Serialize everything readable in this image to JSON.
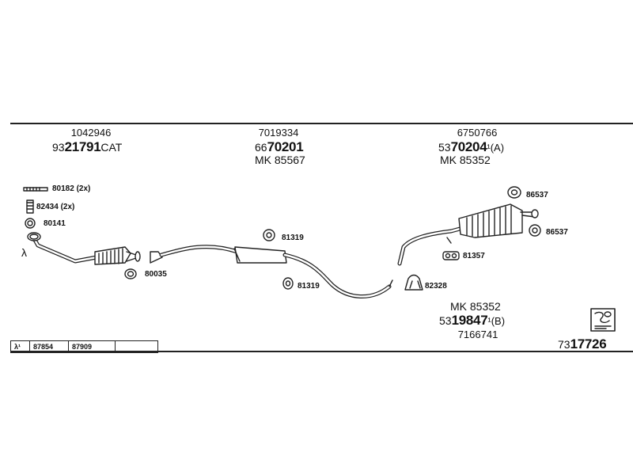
{
  "assembly": {
    "front": {
      "ref": "1042946",
      "part_prefix": "93",
      "part_main": "21791",
      "part_suffix": "CAT"
    },
    "middle": {
      "ref": "7019334",
      "part_prefix": "66",
      "part_main": "70201",
      "kit": "MK  85567"
    },
    "rear_a": {
      "ref": "6750766",
      "part_prefix": "53",
      "part_main": "70204",
      "part_note": "¹",
      "part_variant": "(A)",
      "kit": "MK  85352"
    },
    "rear_b": {
      "kit": "MK  85352",
      "part_prefix": "53",
      "part_main": "19847",
      "part_note": "¹",
      "part_variant": "(B)",
      "ref": "7166741"
    }
  },
  "fittings": {
    "f80182": "80182 (2x)",
    "f82434": "82434 (2x)",
    "f80141": "80141",
    "f80035": "80035",
    "f81319_top": "81319",
    "f81319_bottom": "81319",
    "f86537_top": "86537",
    "f86537_bottom": "86537",
    "f81357": "81357",
    "f82328": "82328"
  },
  "lambda_symbol": "λ",
  "bottom_table": {
    "lambda": "λ¹",
    "c1": "87854",
    "c2": "87909",
    "c3": ""
  },
  "set_number": {
    "prefix": "73",
    "main": "17726"
  },
  "icon": "exhaust-set-icon"
}
